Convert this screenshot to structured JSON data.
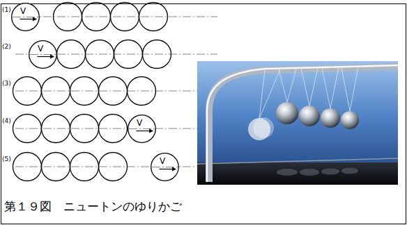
{
  "diagram": {
    "caption": "第１９図　ニュートンのゆりかご",
    "nodes": [
      {
        "text": [
          "V"
        ]
      },
      {
        "text": [
          "V"
        ]
      },
      {
        "text": [
          "V"
        ]
      },
      {
        "text": [
          "V"
        ]
      }
    ],
    "labels": [
      "(1)",
      "(2)",
      "(3)",
      "(4)",
      "(5)"
    ]
  }
}
